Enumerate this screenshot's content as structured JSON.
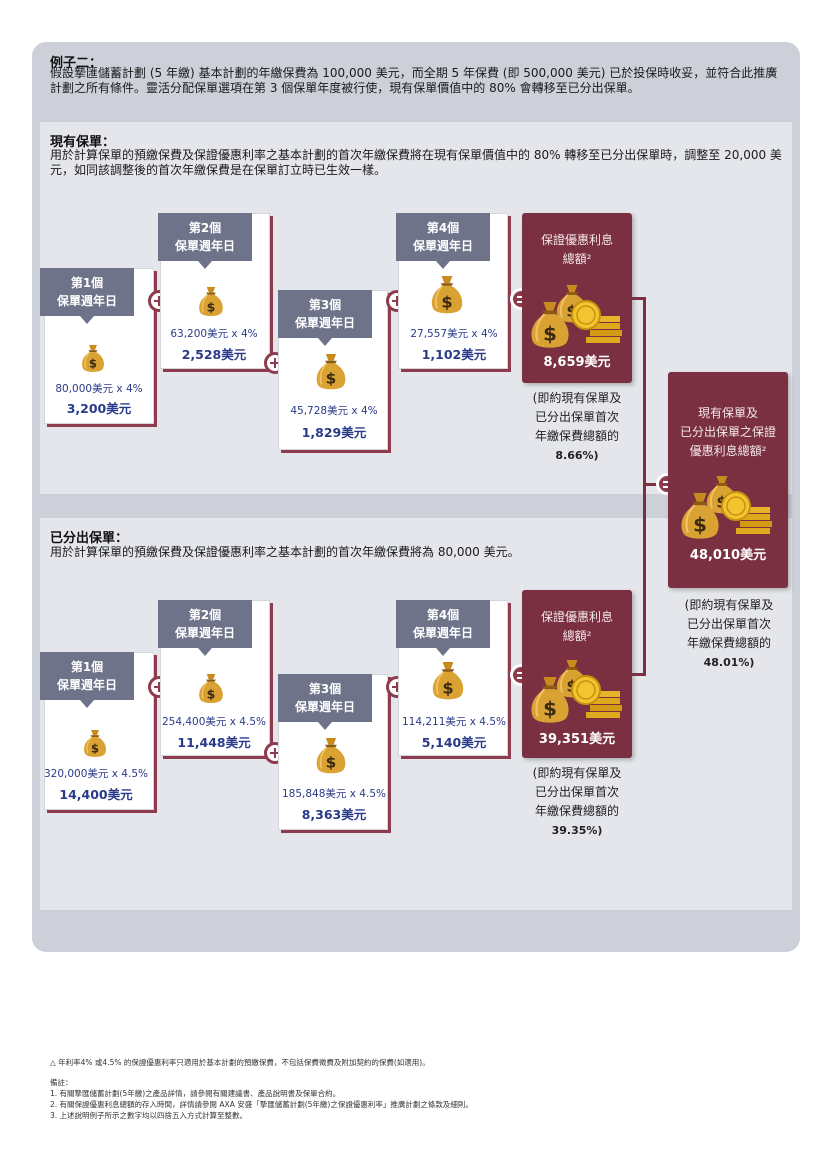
{
  "example": {
    "title": "例子二：",
    "description": "假設摯匯儲蓄計劃 (5 年繳) 基本計劃的年繳保費為 100,000 美元，而全期 5 年保費 (即 500,000 美元) 已於投保時收妥，並符合此推廣計劃之所有條件。靈活分配保單選項在第 3 個保單年度被行使，現有保單價值中的 80% 會轉移至已分出保單。"
  },
  "existing": {
    "title": "現有保單：",
    "description": "用於計算保單的預繳保費及保證優惠利率之基本計劃的首次年繳保費將在現有保單價值中的 80% 轉移至已分出保單時，調整至 20,000 美元，如同該調整後的首次年繳保費是在保單訂立時已生效一樣。",
    "years": [
      {
        "label1": "第1個",
        "label2": "保單週年日",
        "calc": "80,000美元 x 4%",
        "amount": "3,200美元"
      },
      {
        "label1": "第2個",
        "label2": "保單週年日",
        "calc": "63,200美元 x 4%",
        "amount": "2,528美元"
      },
      {
        "label1": "第3個",
        "label2": "保單週年日",
        "calc": "45,728美元 x 4%",
        "amount": "1,829美元"
      },
      {
        "label1": "第4個",
        "label2": "保單週年日",
        "calc": "27,557美元 x 4%",
        "amount": "1,102美元"
      }
    ],
    "total": {
      "label1": "保證優惠利息",
      "label2": "總額²",
      "amount": "8,659美元"
    },
    "note": {
      "line1": "(即約現有保單及",
      "line2": "已分出保單首次",
      "line3": "年繳保費總額的",
      "pct": "8.66%)"
    }
  },
  "split": {
    "title": "已分出保單：",
    "description": "用於計算保單的預繳保費及保證優惠利率之基本計劃的首次年繳保費將為 80,000 美元。",
    "years": [
      {
        "label1": "第1個",
        "label2": "保單週年日",
        "calc": "320,000美元 x 4.5%",
        "amount": "14,400美元"
      },
      {
        "label1": "第2個",
        "label2": "保單週年日",
        "calc": "254,400美元 x 4.5%",
        "amount": "11,448美元"
      },
      {
        "label1": "第3個",
        "label2": "保單週年日",
        "calc": "185,848美元 x 4.5%",
        "amount": "8,363美元"
      },
      {
        "label1": "第4個",
        "label2": "保單週年日",
        "calc": "114,211美元 x 4.5%",
        "amount": "5,140美元"
      }
    ],
    "total": {
      "label1": "保證優惠利息",
      "label2": "總額²",
      "amount": "39,351美元"
    },
    "note": {
      "line1": "(即約現有保單及",
      "line2": "已分出保單首次",
      "line3": "年繳保費總額的",
      "pct": "39.35%)"
    }
  },
  "grand": {
    "label1": "現有保單及",
    "label2": "已分出保單之保證",
    "label3": "優惠利息總額²",
    "amount": "48,010美元",
    "note": {
      "line1": "(即約現有保單及",
      "line2": "已分出保單首次",
      "line3": "年繳保費總額的",
      "pct": "48.01%)"
    }
  },
  "footer": {
    "footnote": "△ 年利率4% 或4.5% 的保證優惠利率只適用於基本計劃的預繳保費，不包括保費徵費及附加契約的保費(如適用)。",
    "remarks_title": "備註：",
    "remarks": [
      "1. 有關摯匯儲蓄計劃(5年繳)之產品詳情，請參閱有關建議書、產品說明書及保單合約。",
      "2. 有關保證優惠利息總額的存入時間，詳情請參閱 AXA 安盛「摯匯儲蓄計劃(5年繳)之保證優惠利率」推廣計劃之條款及細則。",
      "3. 上述說明例子所示之數字均以四捨五入方式計算至整數。"
    ]
  },
  "colors": {
    "accent": "#7a3040",
    "tag": "#6e7389",
    "amount": "#2a3a8a",
    "panel": "#cdd0d9"
  }
}
